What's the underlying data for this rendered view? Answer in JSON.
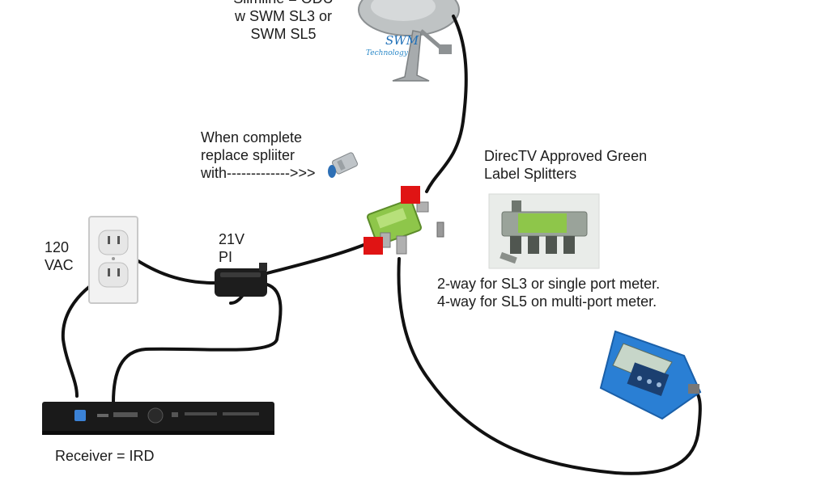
{
  "labels": {
    "dish_line1": "Slimline = ODU",
    "dish_line2": "w SWM SL3 or",
    "dish_line3": "SWM SL5",
    "swm_logo": "SWM",
    "swm_logo_sub": "Technology",
    "complete_line1": "When complete",
    "complete_line2": "replace spliiter",
    "complete_line3": "with------------->>>",
    "approved_line1": "DirecTV Approved Green",
    "approved_line2": "Label Splitters",
    "vac_line1": "120",
    "vac_line2": "VAC",
    "pi_line1": "21V",
    "pi_line2": "PI",
    "twoway_line1": "2-way for SL3 or single port meter.",
    "twoway_line2": "4-way for SL5 on multi-port meter.",
    "receiver": "Receiver = IRD"
  },
  "colors": {
    "cable": "#111111",
    "connector_marker": "#e01414",
    "splitter_green": "#7fbf3a",
    "meter_blue": "#2a7fd4",
    "receiver_body": "#1a1a1a"
  }
}
